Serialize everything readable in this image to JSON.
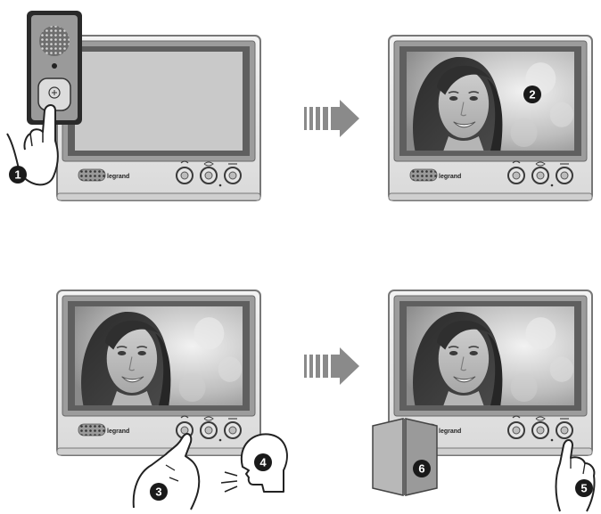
{
  "brand": "legrand",
  "steps": [
    "1",
    "2",
    "3",
    "4",
    "5",
    "6"
  ],
  "colors": {
    "monitor_body": "#e8e8e8",
    "monitor_edge": "#7a7a7a",
    "screen_bezel": "#8f8f8f",
    "screen_blank": "#c8c8c8",
    "badge": "#1a1a1a",
    "arrow": "#8a8a8a",
    "door": "#a9a9a9"
  },
  "panels": [
    {
      "id": "call",
      "screen": "blank",
      "has_door_station": true
    },
    {
      "id": "view",
      "screen": "visitor"
    },
    {
      "id": "talk",
      "screen": "visitor"
    },
    {
      "id": "open",
      "screen": "visitor"
    }
  ],
  "icons": [
    "handset-icon",
    "eye-icon",
    "key-icon",
    "door-station-icon",
    "hand-icon",
    "speaking-head-icon",
    "door-icon"
  ]
}
